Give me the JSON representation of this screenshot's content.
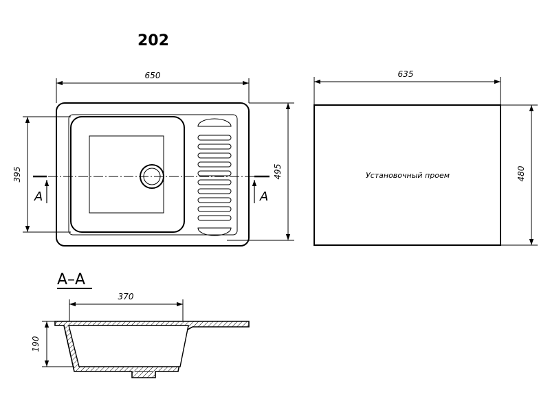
{
  "title": "202",
  "plan_view": {
    "width_dim": "650",
    "depth_dim": "495",
    "bowl_dim": "395",
    "section_mark_left": "A",
    "section_mark_right": "A"
  },
  "cutout": {
    "width_dim": "635",
    "height_dim": "480",
    "label": "Установочный проем"
  },
  "section_view": {
    "label": "A–A",
    "width_dim": "370",
    "depth_dim": "190"
  }
}
